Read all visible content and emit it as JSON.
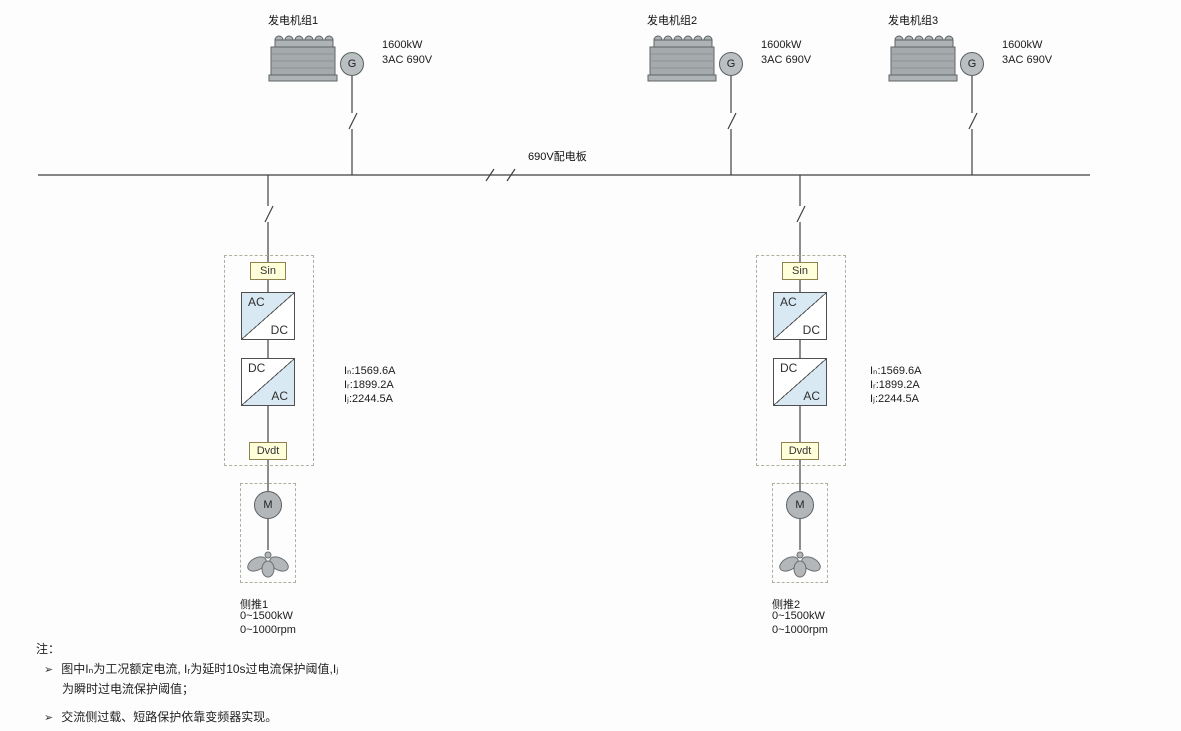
{
  "generators": [
    {
      "name": "发电机组1",
      "g_label": "G",
      "power": "1600kW",
      "voltage": "3AC 690V"
    },
    {
      "name": "发电机组2",
      "g_label": "G",
      "power": "1600kW",
      "voltage": "3AC 690V"
    },
    {
      "name": "发电机组3",
      "g_label": "G",
      "power": "1600kW",
      "voltage": "3AC 690V"
    }
  ],
  "busbar": {
    "label": "690V配电板"
  },
  "drives": [
    {
      "sin_label": "Sin",
      "rectifier": {
        "top": "AC",
        "bottom": "DC"
      },
      "inverter": {
        "top": "DC",
        "bottom": "AC"
      },
      "dvdt_label": "Dvdt",
      "motor_label": "M",
      "name": "侧推1",
      "power_range": "0~1500kW",
      "speed_range": "0~1000rpm",
      "currents": {
        "rated": "Iₙ:1569.6A",
        "delayed": "Iᵣ:1899.2A",
        "instant": "Iⱼ:2244.5A"
      }
    },
    {
      "sin_label": "Sin",
      "rectifier": {
        "top": "AC",
        "bottom": "DC"
      },
      "inverter": {
        "top": "DC",
        "bottom": "AC"
      },
      "dvdt_label": "Dvdt",
      "motor_label": "M",
      "name": "侧推2",
      "power_range": "0~1500kW",
      "speed_range": "0~1000rpm",
      "currents": {
        "rated": "Iₙ:1569.6A",
        "delayed": "Iᵣ:1899.2A",
        "instant": "Iⱼ:2244.5A"
      }
    }
  ],
  "notes": {
    "title": "注：",
    "bullet": "➢",
    "items": [
      {
        "line1": "图中Iₙ为工况额定电流, Iᵣ为延时10s过电流保护阈值,Iⱼ",
        "line2": "为瞬时过电流保护阈值；"
      },
      {
        "line1": "交流侧过载、短路保护依靠变频器实现。",
        "line2": ""
      }
    ]
  },
  "colors": {
    "filter_fill": "#ffffd9",
    "converter_ac_fill": "#d9e9f3",
    "line": "#404040"
  }
}
